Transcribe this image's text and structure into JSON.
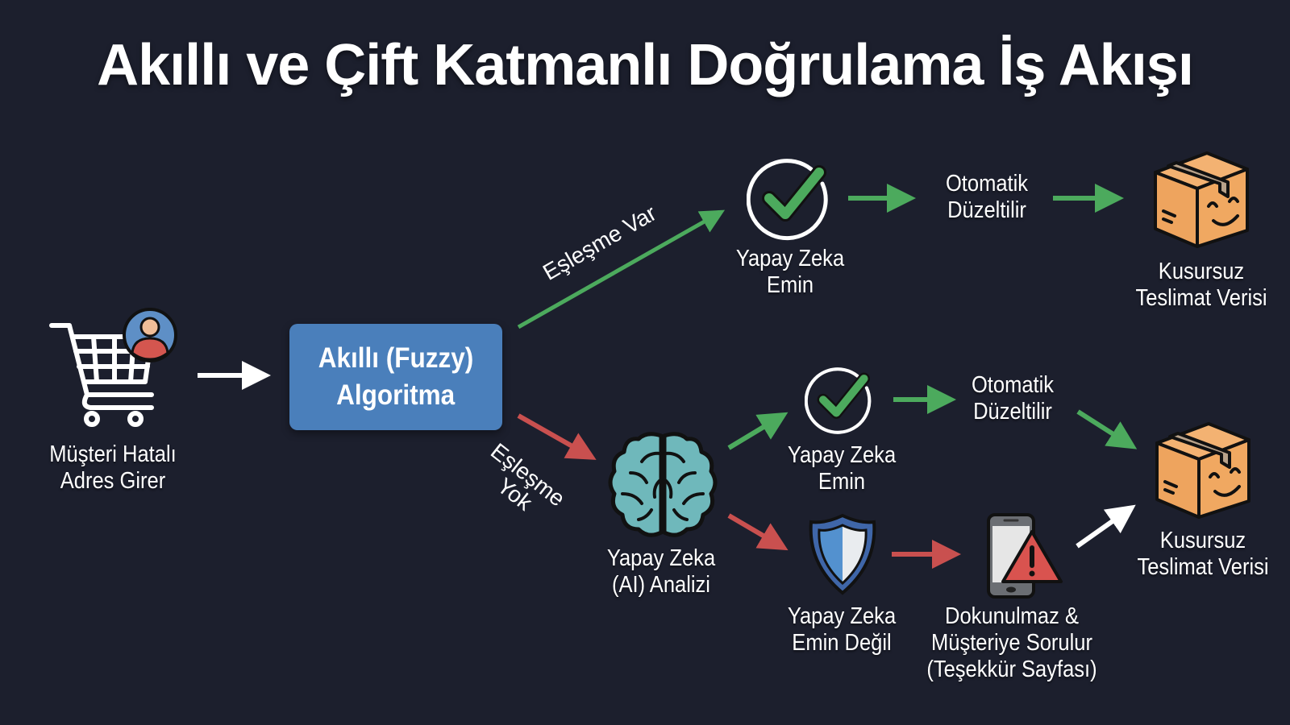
{
  "title": "Akıllı ve Çift Katmanlı Doğrulama İş Akışı",
  "colors": {
    "background": "#1c1f2d",
    "success_green": "#4caa5d",
    "error_red": "#c9504f",
    "process_blue": "#4a7fbb",
    "brain_teal": "#6fb8bb",
    "box_orange": "#f0a861"
  },
  "nodes": {
    "start": {
      "icon": "shopping-cart-user-icon",
      "line1": "Müşteri Hatalı",
      "line2": "Adres Girer"
    },
    "algorithm": {
      "line1": "Akıllı (Fuzzy)",
      "line2": "Algoritma"
    },
    "top_confident": {
      "icon": "check-circle-icon",
      "line1": "Yapay Zeka",
      "line2": "Emin"
    },
    "top_autofix": {
      "line1": "Otomatik",
      "line2": "Düzeltilir"
    },
    "top_result": {
      "icon": "smiling-package-icon",
      "line1": "Kusursuz",
      "line2": "Teslimat Verisi"
    },
    "ai_analysis": {
      "icon": "brain-icon",
      "line1": "Yapay Zeka",
      "line2": "(AI) Analizi"
    },
    "mid_confident": {
      "icon": "check-circle-icon",
      "line1": "Yapay Zeka",
      "line2": "Emin"
    },
    "mid_autofix": {
      "line1": "Otomatik",
      "line2": "Düzeltilir"
    },
    "not_confident": {
      "icon": "shield-icon",
      "line1": "Yapay Zeka",
      "line2": "Emin Değil"
    },
    "ask_customer": {
      "icon": "phone-warning-icon",
      "line1": "Dokunulmaz &",
      "line2": "Müşteriye Sorulur",
      "line3": "(Teşekkür Sayfası)"
    },
    "bottom_result": {
      "icon": "smiling-package-icon",
      "line1": "Kusursuz",
      "line2": "Teslimat Verisi"
    }
  },
  "edges": {
    "match_yes": "Eşleşme Var",
    "match_no_line1": "Eşleşme",
    "match_no_line2": "Yok"
  }
}
